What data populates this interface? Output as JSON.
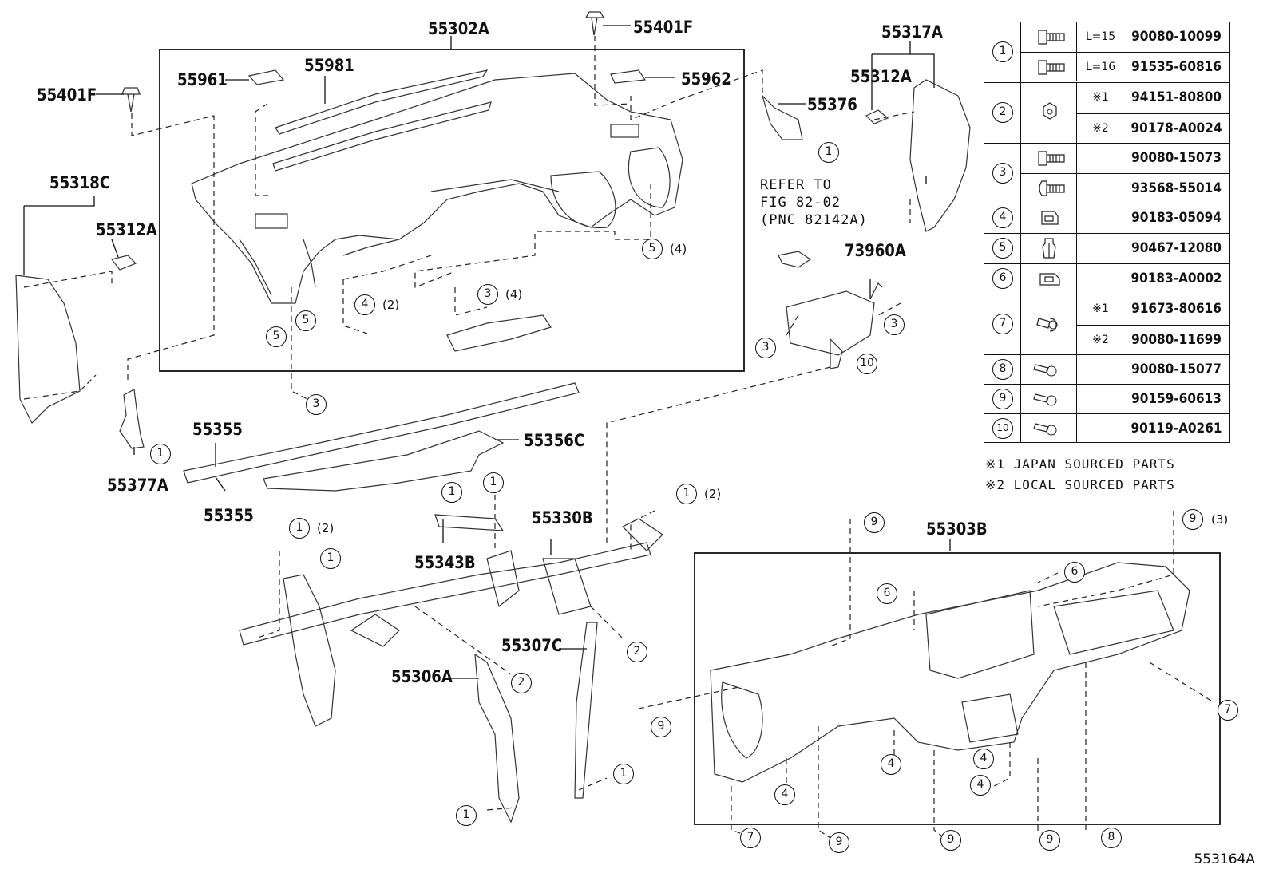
{
  "labels": {
    "p55302A": "55302A",
    "p55401F_top": "55401F",
    "p55401F_left": "55401F",
    "p55961": "55961",
    "p55981": "55981",
    "p55962": "55962",
    "p55317A": "55317A",
    "p55312A_right": "55312A",
    "p55376": "55376",
    "p55318C": "55318C",
    "p55312A_left": "55312A",
    "p73960A": "73960A",
    "p55355_top": "55355",
    "p55355_bottom": "55355",
    "p55356C": "55356C",
    "p55377A": "55377A",
    "p55330B": "55330B",
    "p55343B": "55343B",
    "p55307C": "55307C",
    "p55306A": "55306A",
    "p55303B": "55303B"
  },
  "refer_note": [
    "REFER TO",
    "FIG 82-02",
    "(PNC 82142A)"
  ],
  "callouts": {
    "c1": "1",
    "c2": "2",
    "c3": "3",
    "c4": "4",
    "c5": "5",
    "c6": "6",
    "c7": "7",
    "c8": "8",
    "c9": "9",
    "c10": "10"
  },
  "qty": {
    "q2": "(2)",
    "q3": "(3)",
    "q4": "(4)"
  },
  "fastener_table": [
    {
      "ref": "1",
      "rows": [
        {
          "icon": "flange-bolt-icon",
          "qualifier": "L=15",
          "part": "90080-10099"
        },
        {
          "icon": "flange-bolt-icon",
          "qualifier": "L=16",
          "part": "91535-60816"
        }
      ]
    },
    {
      "ref": "2",
      "rows": [
        {
          "icon": "nut-icon",
          "qualifier": "※1",
          "part": "94151-80800"
        },
        {
          "icon": "",
          "qualifier": "※2",
          "part": "90178-A0024"
        }
      ]
    },
    {
      "ref": "3",
      "rows": [
        {
          "icon": "hex-bolt-icon",
          "qualifier": "",
          "part": "90080-15073"
        },
        {
          "icon": "round-head-screw-icon",
          "qualifier": "",
          "part": "93568-55014"
        }
      ]
    },
    {
      "ref": "4",
      "rows": [
        {
          "icon": "clip-nut-icon",
          "qualifier": "",
          "part": "90183-05094"
        }
      ]
    },
    {
      "ref": "5",
      "rows": [
        {
          "icon": "push-clip-icon",
          "qualifier": "",
          "part": "90467-12080"
        }
      ]
    },
    {
      "ref": "6",
      "rows": [
        {
          "icon": "clip-nut-icon",
          "qualifier": "",
          "part": "90183-A0002"
        }
      ]
    },
    {
      "ref": "7",
      "rows": [
        {
          "icon": "washer-bolt-icon",
          "qualifier": "※1",
          "part": "91673-80616"
        },
        {
          "icon": "",
          "qualifier": "※2",
          "part": "90080-11699"
        }
      ]
    },
    {
      "ref": "8",
      "rows": [
        {
          "icon": "tapping-screw-icon",
          "qualifier": "",
          "part": "90080-15077"
        }
      ]
    },
    {
      "ref": "9",
      "rows": [
        {
          "icon": "tapping-screw-icon",
          "qualifier": "",
          "part": "90159-60613"
        }
      ]
    },
    {
      "ref": "10",
      "rows": [
        {
          "icon": "tapping-screw-icon",
          "qualifier": "",
          "part": "90119-A0261"
        }
      ]
    }
  ],
  "legend": {
    "note1": "※1 JAPAN SOURCED PARTS",
    "note2": "※2 LOCAL SOURCED PARTS"
  },
  "figure_id": "553164A"
}
